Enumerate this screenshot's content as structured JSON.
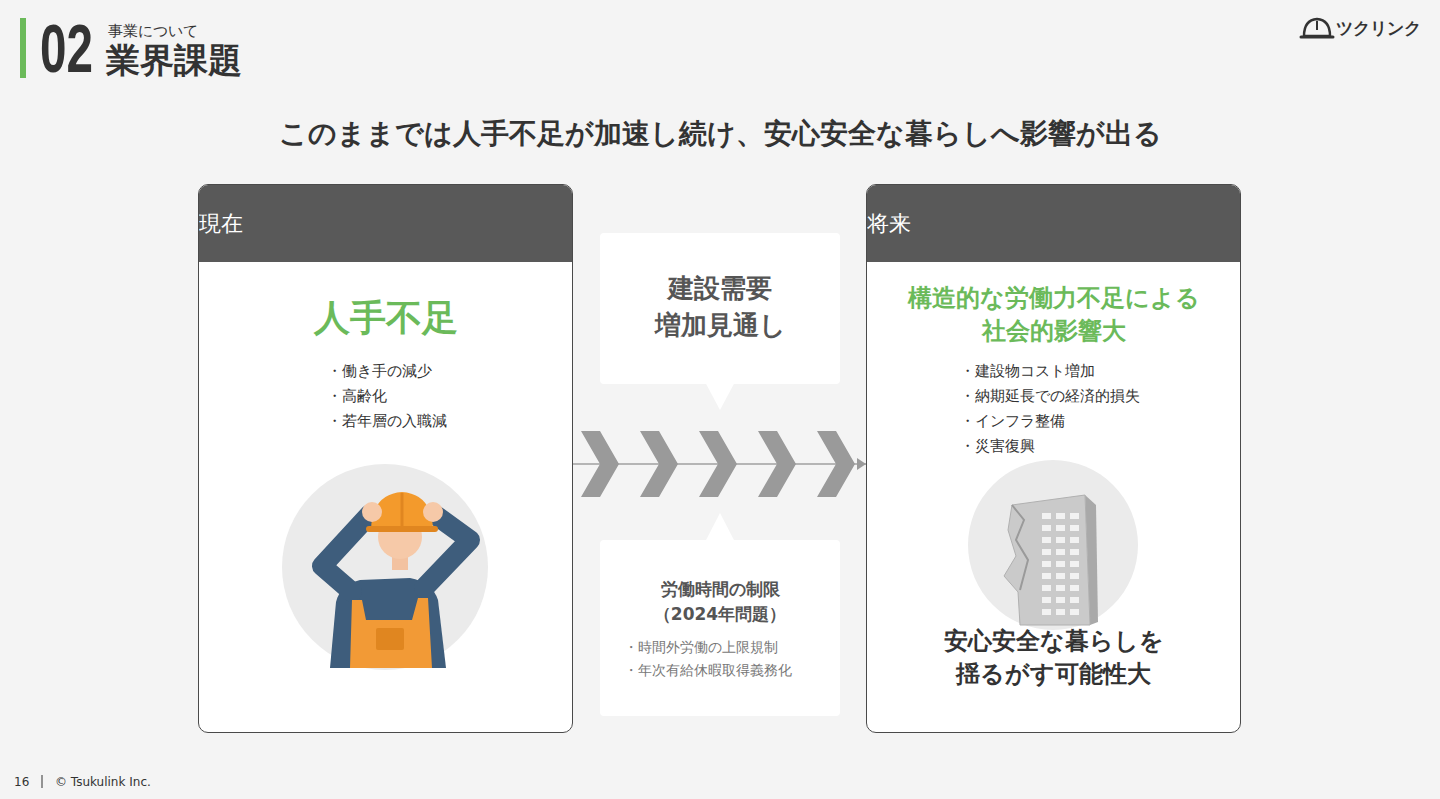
{
  "diagram": {
    "title": "このままでは人手不足が加速し続け、安心安全な暮らしへ影響が出る",
    "nodes": [
      {
        "text": [
          "現在",
          "人手不足",
          "・働き手の減少",
          "・高齢化",
          "・若年層の入職減"
        ]
      },
      {
        "text": [
          "建設需要 増加見通し"
        ]
      },
      {
        "text": [
          "労働時間の制限 （2024年問題）",
          "・時間外労働の上限規制",
          "・年次有給休暇取得義務化"
        ]
      },
      {
        "text": [
          "将来",
          "構造的な労働力不足による 社会的影響大",
          "・建設物コスト増加",
          "・納期延長での経済的損失",
          "・インフラ整備",
          "・災害復興",
          "安心安全な暮らしを 揺るがす可能性大"
        ]
      }
    ],
    "edges": [
      {
        "from": 0,
        "to": 3,
        "arrow": "to"
      }
    ],
    "labels": [
      "02",
      "事業について",
      "業界課題",
      "ツクリンク",
      "16",
      "© Tsukulink Inc."
    ]
  }
}
